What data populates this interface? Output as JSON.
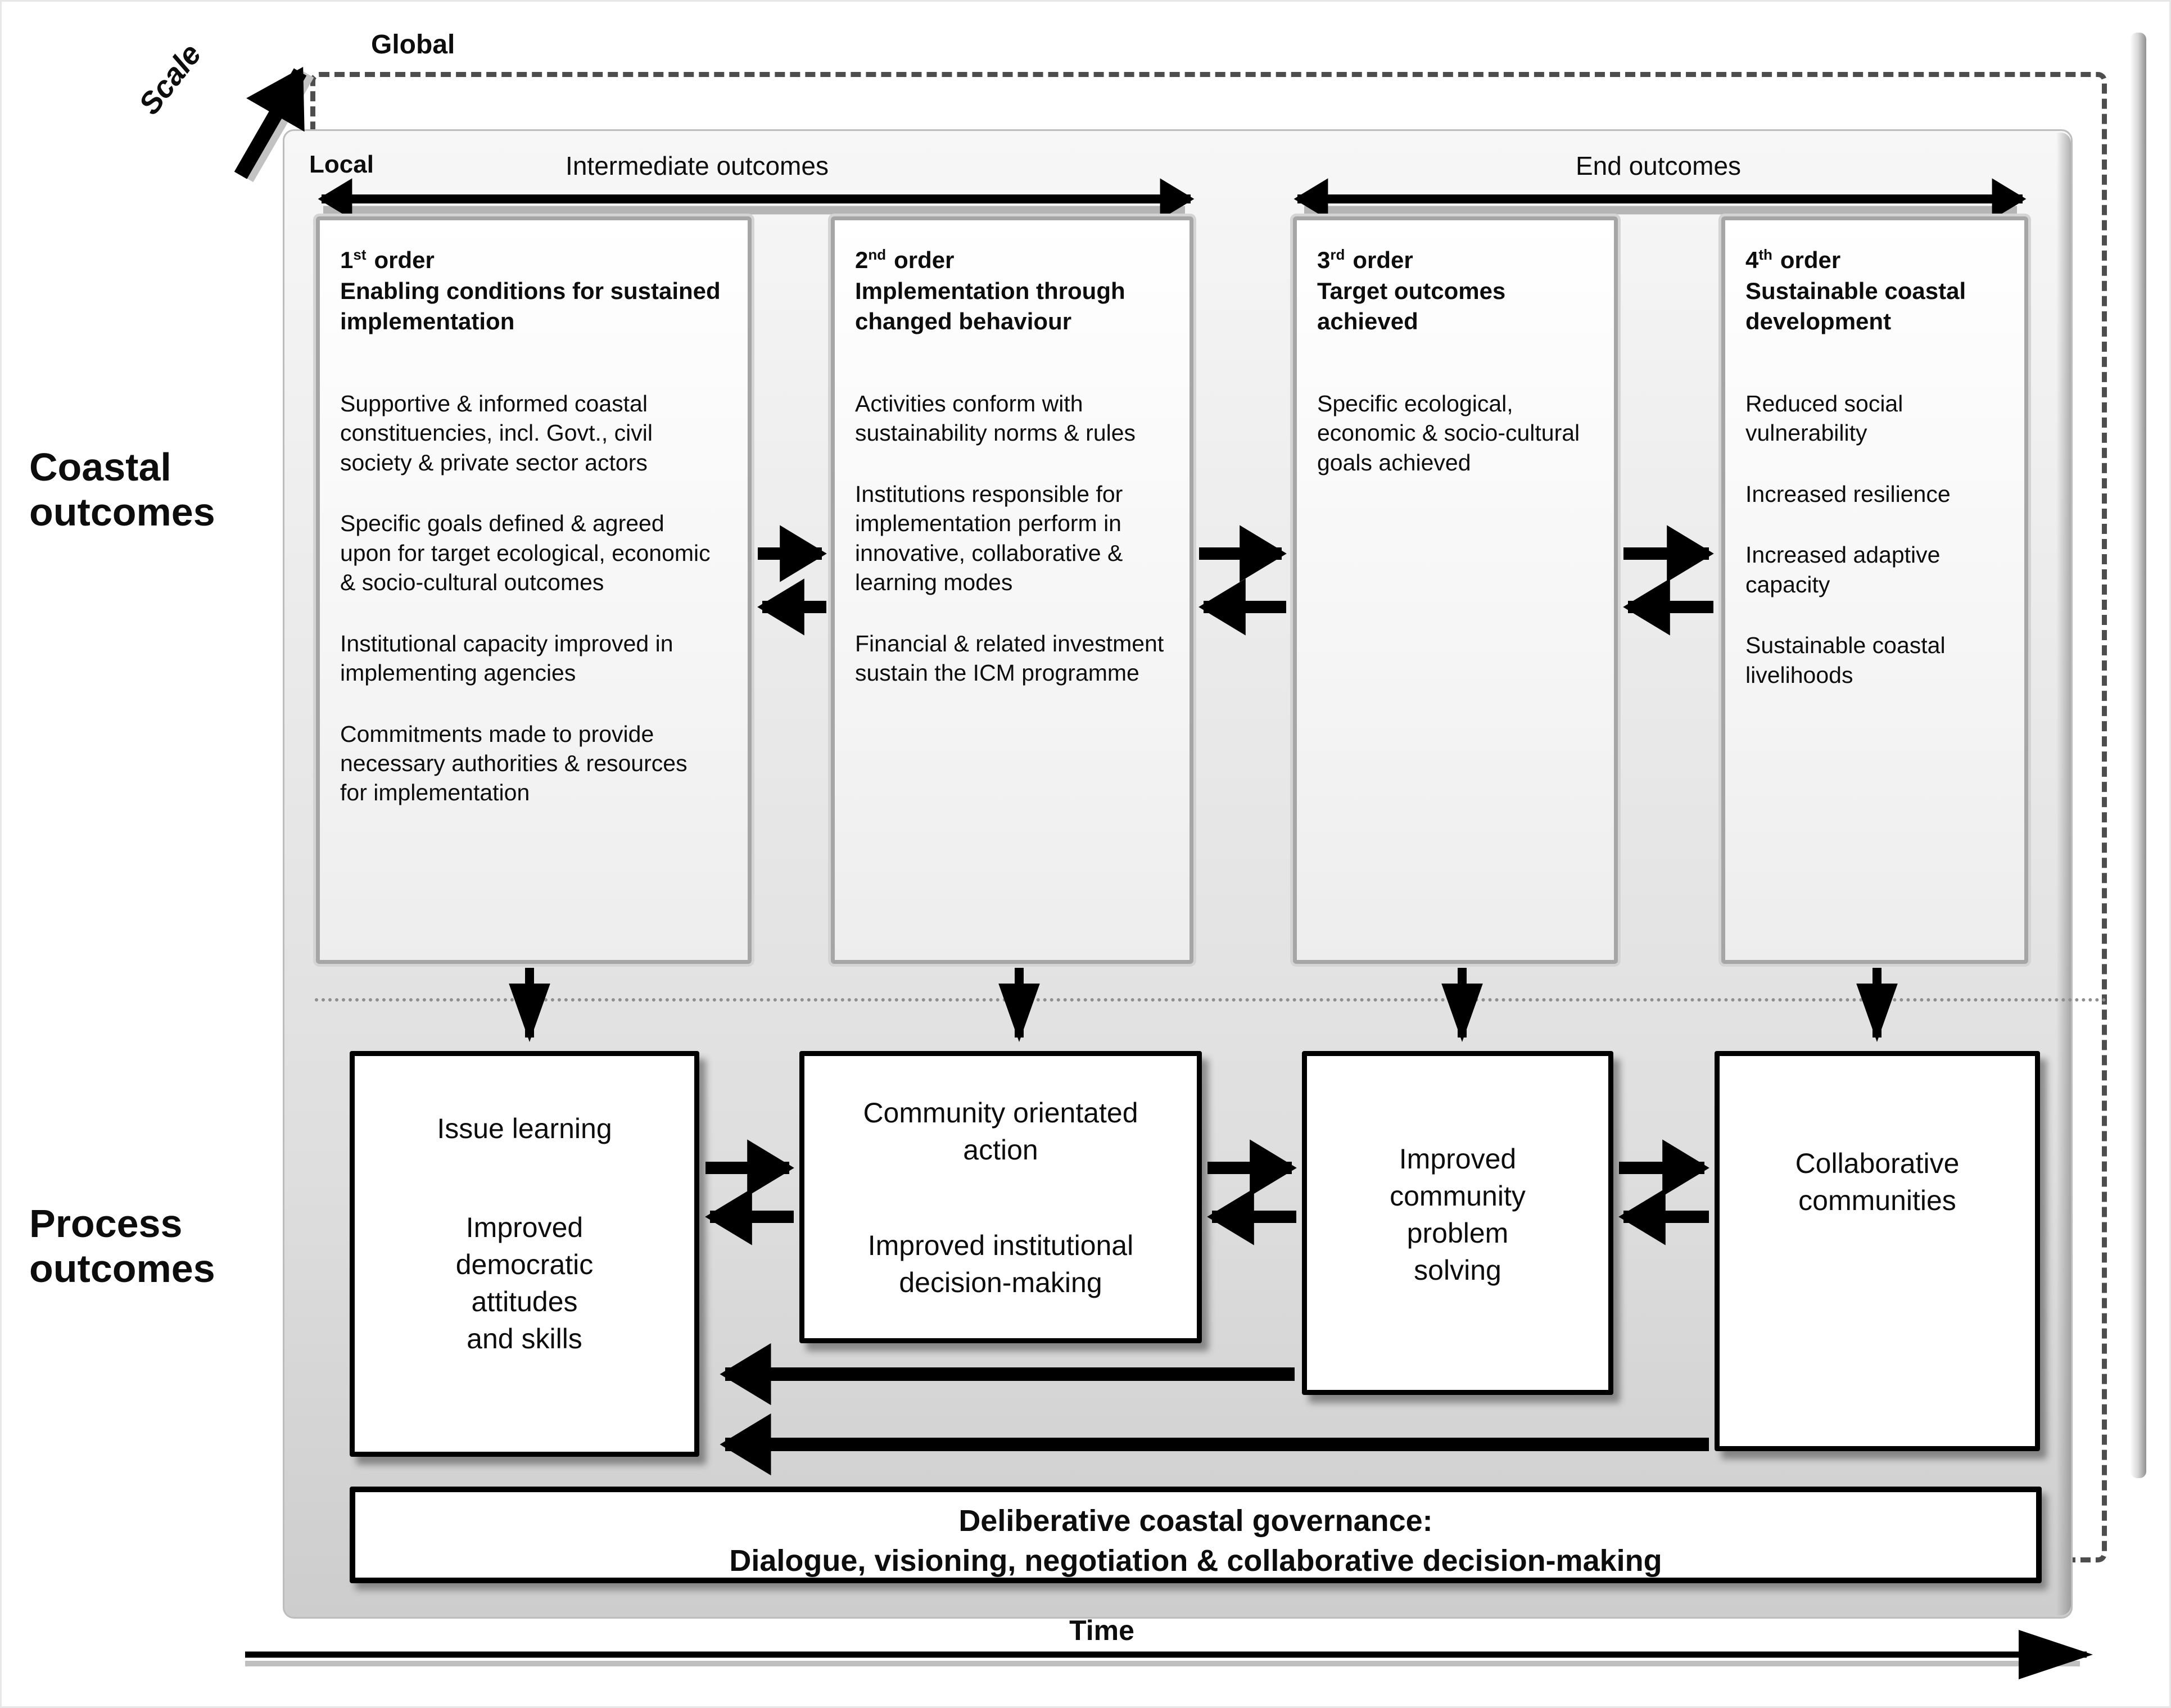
{
  "scale_axis": {
    "label": "Scale",
    "global": "Global",
    "local": "Local"
  },
  "headers": {
    "intermediate": "Intermediate outcomes",
    "end": "End outcomes"
  },
  "row_labels": {
    "coastal": "Coastal outcomes",
    "process": "Process outcomes"
  },
  "coastal_boxes": [
    {
      "order_num": "1",
      "order_sup": "st",
      "order_word": "order",
      "title": "Enabling conditions for sustained implementation",
      "paras": [
        "Supportive & informed coastal constituencies, incl. Govt., civil society & private sector actors",
        "Specific goals defined & agreed upon for target ecological, economic & socio-cultural outcomes",
        "Institutional capacity improved in implementing agencies",
        "Commitments made to provide necessary authorities & resources for implementation"
      ]
    },
    {
      "order_num": "2",
      "order_sup": "nd",
      "order_word": "order",
      "title": "Implementation through changed behaviour",
      "paras": [
        "Activities conform with sustainability norms & rules",
        "Institutions responsible for implementation perform in innovative, collaborative & learning modes",
        "Financial & related investment sustain the ICM programme"
      ]
    },
    {
      "order_num": "3",
      "order_sup": "rd",
      "order_word": "order",
      "title": "Target outcomes achieved",
      "paras": [
        "Specific ecological, economic & socio-cultural goals achieved"
      ]
    },
    {
      "order_num": "4",
      "order_sup": "th",
      "order_word": "order",
      "title": "Sustainable coastal development",
      "paras": [
        "Reduced social vulnerability",
        "Increased resilience",
        "Increased adaptive capacity",
        "Sustainable coastal livelihoods"
      ]
    }
  ],
  "process_boxes": [
    {
      "lines": [
        "Issue learning",
        "Improved democratic attitudes and skills"
      ]
    },
    {
      "lines": [
        "Community orientated action",
        "Improved institutional decision-making"
      ]
    },
    {
      "lines": [
        "Improved community problem solving"
      ]
    },
    {
      "lines": [
        "Collaborative communities"
      ]
    }
  ],
  "governance": {
    "line1": "Deliberative coastal governance:",
    "line2": "Dialogue, visioning, negotiation & collaborative decision-making"
  },
  "time_label": "Time"
}
